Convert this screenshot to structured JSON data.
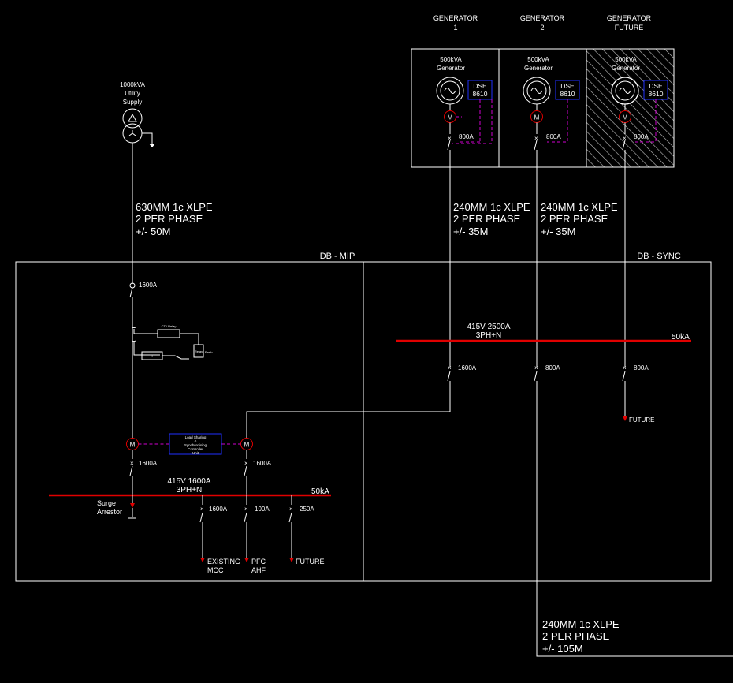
{
  "generators": {
    "gen1": {
      "header": [
        "GENERATOR",
        "1"
      ],
      "rating": [
        "500kVA",
        "Generator"
      ],
      "controller": [
        "DSE",
        "8610"
      ],
      "breaker": "800A"
    },
    "gen2": {
      "header": [
        "GENERATOR",
        "2"
      ],
      "rating": [
        "500kVA",
        "Generator"
      ],
      "controller": [
        "DSE",
        "8610"
      ],
      "breaker": "800A"
    },
    "gen3": {
      "header": [
        "GENERATOR",
        "FUTURE"
      ],
      "rating": [
        "500kVA",
        "Generator"
      ],
      "controller": [
        "DSE",
        "8610"
      ],
      "breaker": "800A"
    }
  },
  "utility": {
    "label": [
      "1000kVA",
      "Utility",
      "Supply"
    ]
  },
  "cables": {
    "utility": [
      "630MM 1c XLPE",
      "2 PER PHASE",
      "+/- 50M"
    ],
    "gen1": [
      "240MM 1c XLPE",
      "2 PER PHASE",
      "+/- 35M"
    ],
    "gen2": [
      "240MM 1c XLPE",
      "2 PER PHASE",
      "+/- 35M"
    ],
    "out": [
      "240MM 1c XLPE",
      "2 PER PHASE",
      "+/- 105M"
    ]
  },
  "panels": {
    "mip": "DB - MIP",
    "sync": "DB - SYNC"
  },
  "sync": {
    "bus": [
      "415V  2500A",
      "3PH+N"
    ],
    "fault": "50kA",
    "breakers": [
      "1600A",
      "800A",
      "800A"
    ],
    "future": "FUTURE"
  },
  "mip": {
    "main_breaker": "1600A",
    "ct_box": "CT / Relay",
    "small_box": "Relay",
    "small_label": "Earth",
    "ats_breakers": [
      "1600A",
      "1600A"
    ],
    "lsc": [
      "Load Sharing",
      "&",
      "Synchronising",
      "Controller",
      "Unit"
    ],
    "bus": [
      "415V  1600A",
      "3PH+N"
    ],
    "fault": "50kA",
    "surge": [
      "Surge",
      "Arrestor"
    ],
    "feeders": [
      {
        "breaker": "1600A",
        "label": [
          "EXISTING",
          "MCC"
        ]
      },
      {
        "breaker": "100A",
        "label": [
          "PFC",
          "AHF"
        ]
      },
      {
        "breaker": "250A",
        "label": [
          "FUTURE"
        ]
      }
    ]
  },
  "symbols": {
    "motor": "M",
    "delta": "△"
  }
}
